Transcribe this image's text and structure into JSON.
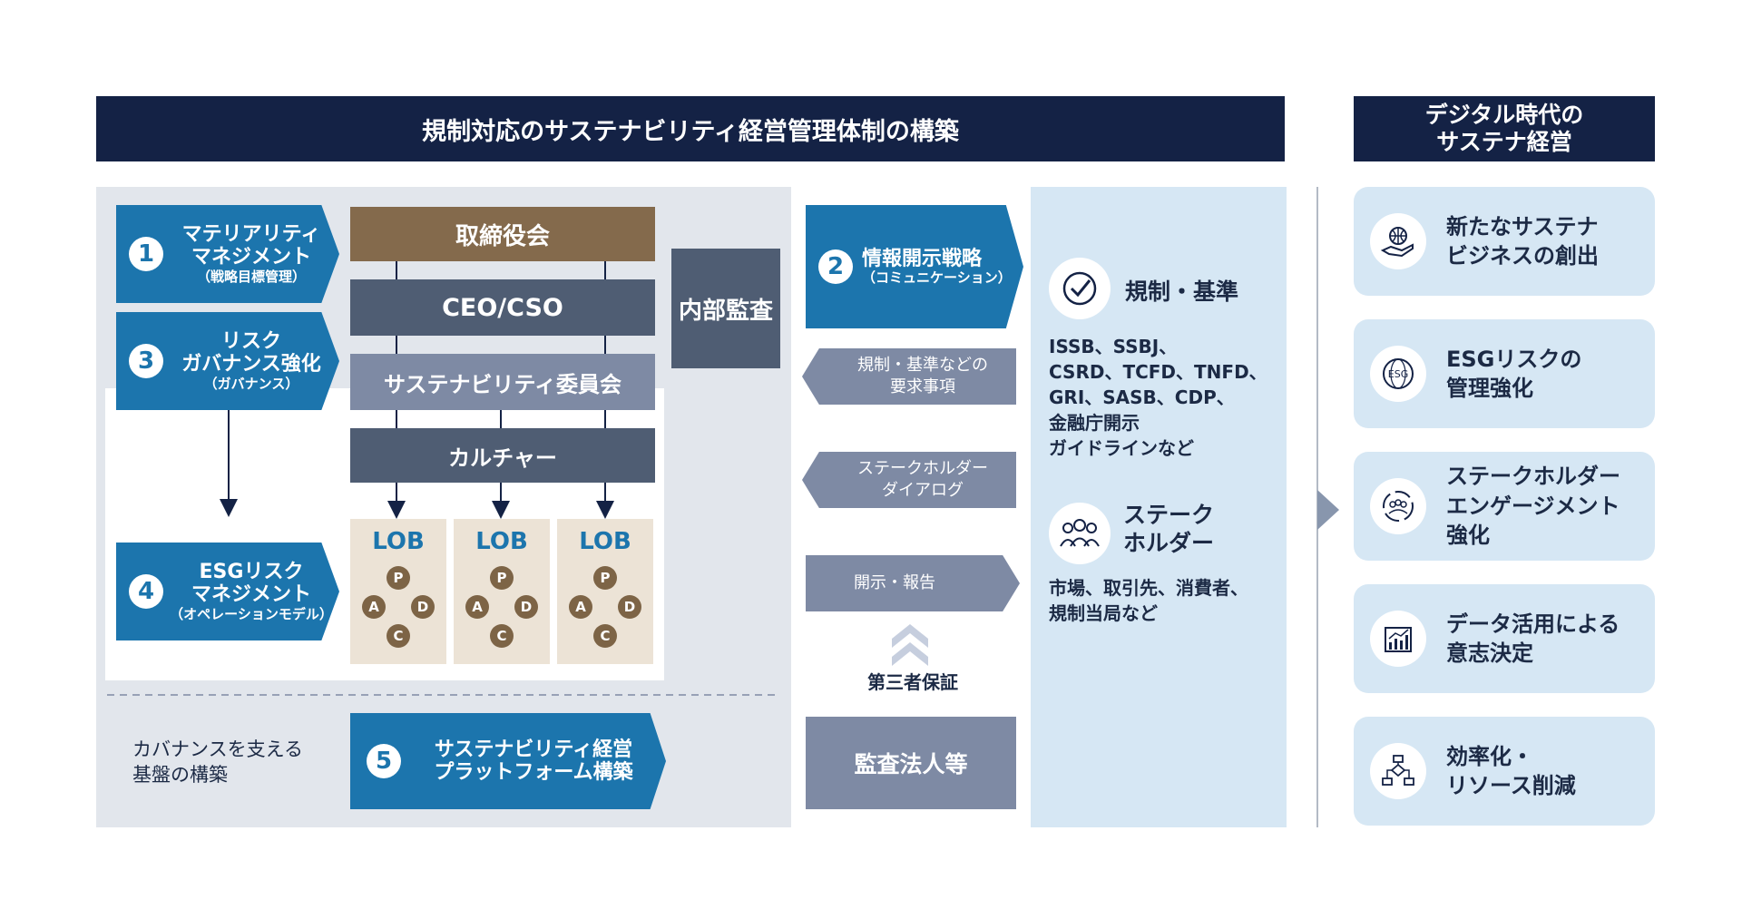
{
  "header": {
    "main_title": "規制対応のサステナビリティ経営管理体制の構築",
    "right_title": "デジタル時代の\nサステナ経営"
  },
  "steps": {
    "s1": {
      "num": "1",
      "main": "マテリアリティ\nマネジメント",
      "sub": "（戦略目標管理）"
    },
    "s3": {
      "num": "3",
      "main": "リスク\nガバナンス強化",
      "sub": "（ガバナンス）"
    },
    "s4": {
      "num": "4",
      "main": "ESGリスク\nマネジメント",
      "sub": "（オペレーションモデル）"
    },
    "s2": {
      "num": "2",
      "main": "情報開示戦略",
      "sub": "（コミュニケーション）"
    },
    "s5": {
      "num": "5",
      "main": "サステナビリティ経営\nプラットフォーム構築",
      "sub": ""
    }
  },
  "org": {
    "board": "取締役会",
    "ceo": "CEO/CSO",
    "committee": "サステナビリティ委員会",
    "culture": "カルチャー",
    "audit": "内部監査",
    "lob_label": "LOB",
    "pdca": [
      "P",
      "D",
      "C",
      "A"
    ]
  },
  "foundation_label": "カバナンスを支える\n基盤の構築",
  "middle": {
    "req": "規制・基準などの\n要求事項",
    "dialog": "ステークホルダー\nダイアログ",
    "disclose": "開示・報告",
    "third_party": "第三者保証",
    "auditor": "監査法人等"
  },
  "blue_panel": {
    "reg_title": "規制・基準",
    "reg_text": "ISSB、SSBJ、\nCSRD、TCFD、TNFD、\nGRI、SASB、CDP、\n金融庁開示\nガイドラインなど",
    "sh_title": "ステーク\nホルダー",
    "sh_text": "市場、取引先、消費者、\n規制当局など"
  },
  "cards": [
    {
      "icon": "globe-hand-icon",
      "text": "新たなサステナ\nビジネスの創出"
    },
    {
      "icon": "esg-globe-icon",
      "text": "ESGリスクの\n管理強化"
    },
    {
      "icon": "people-cycle-icon",
      "text": "ステークホルダー\nエンゲージメント\n強化"
    },
    {
      "icon": "chart-icon",
      "text": "データ活用による\n意志決定"
    },
    {
      "icon": "flowchart-icon",
      "text": "効率化・\nリソース削減"
    }
  ],
  "colors": {
    "navy": "#142245",
    "blue": "#1c75ad",
    "slate": "#4f5d73",
    "gray_blue": "#7e8aa4",
    "brown": "#8b6f4e",
    "light_blue": "#d6e7f4"
  }
}
